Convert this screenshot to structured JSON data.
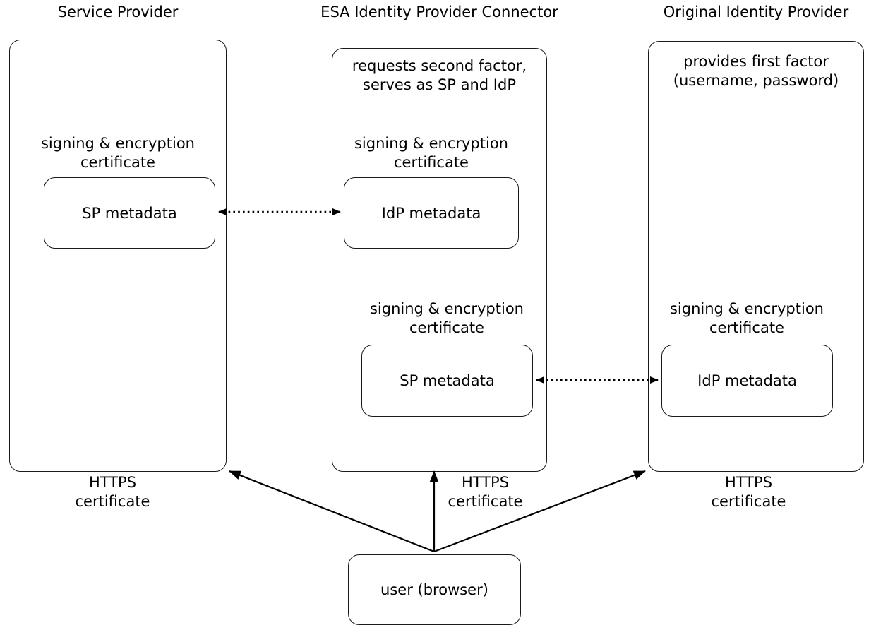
{
  "diagram": {
    "title_service_provider": "Service Provider",
    "title_esa_connector": "ESA Identity Provider Connector",
    "title_original_idp": "Original Identity Provider",
    "note_esa": "requests second factor,\nserves as SP and IdP",
    "note_original_idp": "provides first factor\n(username, password)",
    "cert_label_sp": "signing & encryption\ncertificate",
    "cert_label_esa_top": "signing & encryption\ncertificate",
    "cert_label_esa_bottom": "signing & encryption\ncertificate",
    "cert_label_original_idp": "signing & encryption\ncertificate",
    "box_sp_metadata_left": "SP metadata",
    "box_idp_metadata_esa": "IdP metadata",
    "box_sp_metadata_esa": "SP metadata",
    "box_idp_metadata_right": "IdP metadata",
    "https_label_left": "HTTPS\ncertificate",
    "https_label_middle": "HTTPS\ncertificate",
    "https_label_right": "HTTPS\ncertificate",
    "box_user": "user (browser)",
    "colors": {
      "stroke": "#1a1a1a",
      "text": "#000000",
      "background": "#ffffff"
    },
    "connectors": [
      {
        "name": "sp-metadata-to-idp-metadata-esa",
        "style": "dotted",
        "heads": "both"
      },
      {
        "name": "sp-metadata-esa-to-idp-metadata-original",
        "style": "dotted",
        "heads": "both"
      },
      {
        "name": "user-to-service-provider",
        "style": "solid",
        "heads": "end"
      },
      {
        "name": "user-to-esa-connector",
        "style": "solid",
        "heads": "end"
      },
      {
        "name": "user-to-original-idp",
        "style": "solid",
        "heads": "end"
      }
    ]
  }
}
